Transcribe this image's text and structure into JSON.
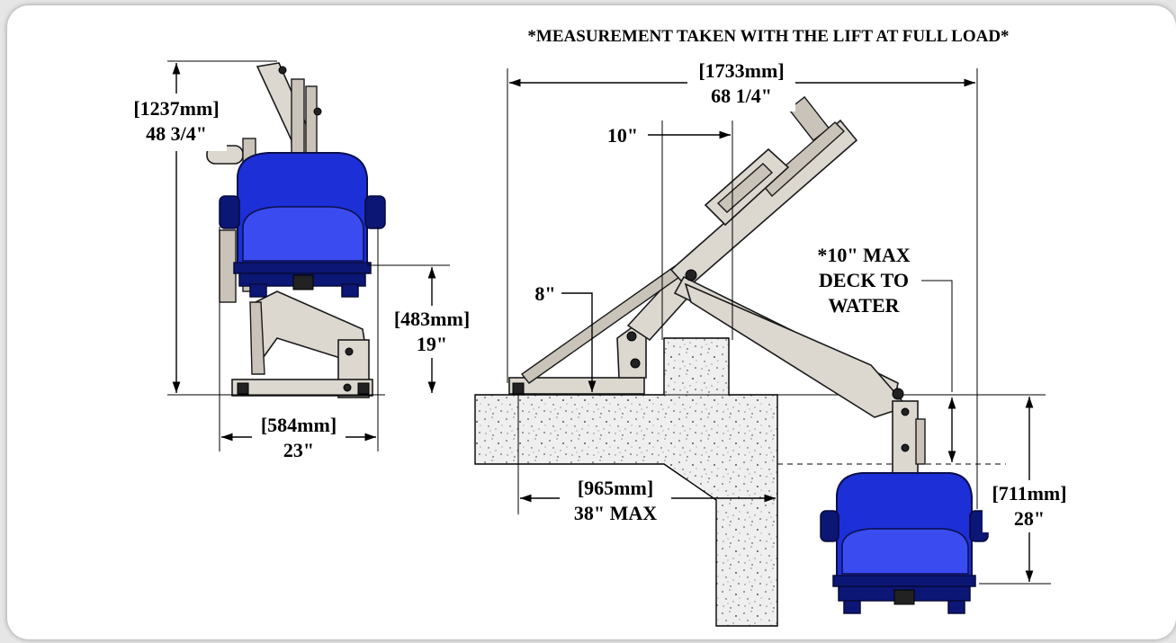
{
  "note": "*MEASUREMENT TAKEN WITH THE LIFT AT FULL LOAD*",
  "dims": {
    "height_mm": "[1237mm]",
    "height_in": "48 3/4\"",
    "seat_height_mm": "[483mm]",
    "seat_height_in": "19\"",
    "width_mm": "[584mm]",
    "width_in": "23\"",
    "length_mm": "[1733mm]",
    "length_in": "68 1/4\"",
    "offset_10": "10\"",
    "offset_8": "8\"",
    "deck_note_1": "*10\" MAX",
    "deck_note_2": "DECK TO",
    "deck_note_3": "WATER",
    "reach_mm": "[965mm]",
    "reach_in": "38\" MAX",
    "depth_mm": "[711mm]",
    "depth_in": "28\""
  },
  "colors": {
    "seat": "#1d2fd6",
    "metal": "#dcd7cf",
    "concrete": "#ededed"
  }
}
